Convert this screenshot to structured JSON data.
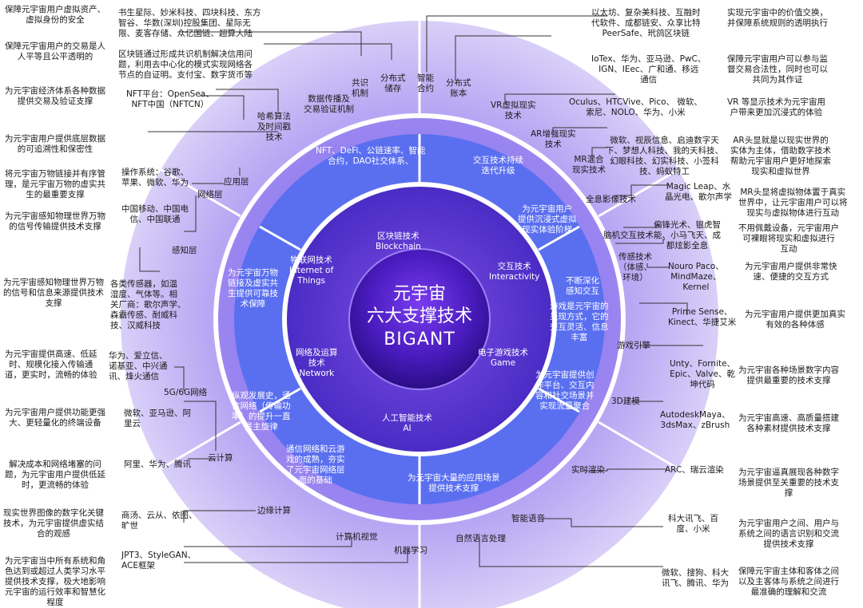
{
  "center": {
    "line1": "元宇宙",
    "line2": "六大支撑技术",
    "line3": "BIGANT"
  },
  "inner_ring": {
    "blockchain": [
      "区块链技术",
      "Blockchain"
    ],
    "iot": [
      "物联网技术",
      "Internet of",
      "Things"
    ],
    "interactivity": [
      "交互技术",
      "Interactivity"
    ],
    "network": [
      "网络及运算",
      "技术",
      "Network"
    ],
    "game": [
      "电子游戏技术",
      "Game"
    ],
    "ai": [
      "人工智能技术",
      "AI"
    ]
  },
  "middle_ring": {
    "blockchain_desc": [
      "NFT、DeFi、公链速率、智能",
      "合约，DAO社交体系、"
    ],
    "cross_tech": [
      "交互技术持续",
      "迭代升级"
    ],
    "immersive": [
      "为元宇宙用户",
      "提供沉浸式虚拟",
      "现实体验阶梯"
    ],
    "deepen_interaction": [
      "不断深化",
      "感知交互"
    ],
    "game_desc": [
      "游戏是元宇宙的",
      "呈现方式，它的",
      "交互灵活、信息",
      "丰富"
    ],
    "game_creation": [
      "为元宇宙提供创",
      "作平台、交互内",
      "容和社交场景并",
      "实现流量聚合"
    ],
    "ai_desc": [
      "为元宇宙大量的应用场景",
      "提供技术支撑"
    ],
    "network_cloud": [
      "通信网络和云游",
      "戏的成熟，夯实",
      "了元宇宙网络层",
      "面的基础"
    ],
    "network_history": [
      "纵观发展史，通",
      "信网络（传输功",
      "率）的提升一直",
      "是主旋律"
    ],
    "iot_desc": [
      "为元宇宙万物",
      "链接及虚实共",
      "生提供可靠技",
      "术保障"
    ]
  },
  "outer_ring": {
    "consensus": [
      "共识",
      "机制"
    ],
    "distributed_storage": [
      "分布式",
      "储存"
    ],
    "smart_contract": [
      "智能",
      "合约"
    ],
    "distributed_ledger": [
      "分布式",
      "账本"
    ],
    "data_transmission": [
      "数据传播及",
      "交易验证机制"
    ],
    "hash": [
      "哈希算法",
      "及时间戳",
      "技术"
    ],
    "vr": [
      "VR虚拟现实",
      "技术"
    ],
    "ar": [
      "AR增强现实",
      "技术"
    ],
    "mr": [
      "MR混合",
      "现实技术"
    ],
    "holographic": "全息影像技术",
    "bci": "脑机交互技术",
    "sensor": [
      "传感技术",
      "（体感、",
      "环境）"
    ],
    "game_engine": "游戏引擎",
    "modeling_3d": "3D建模",
    "realtime_render": "实时渲染",
    "speech": "智能语音",
    "nlp": "自然语言处理",
    "ml": "机器学习",
    "cv": "计算机视觉",
    "edge": "边缘计算",
    "cloud": "云计算",
    "net5g": "5G/6G网络",
    "perception": "感知层",
    "network_layer": "网络层",
    "app_layer": "应用层"
  },
  "annotations": {
    "left": {
      "a1": [
        "保障元宇宙用户虚拟资产、",
        "虚拟身份的安全"
      ],
      "a2": [
        "保障元宇宙用户的交易是人",
        "人平等且公平透明的"
      ],
      "a3": [
        "为元宇宙经济体系各种数据",
        "提供交易及验证支撑"
      ],
      "a4": [
        "为元宇宙用户提供底层数据",
        "的可追溯性和保密性"
      ],
      "a5": [
        "将元宇宙万物链接并有序管",
        "理，是元宇宙万物的虚实共",
        "生的最重要支撑"
      ],
      "a6": [
        "为元宇宙感知物理世界万物",
        "的信号传输提供技术支撑"
      ],
      "a7": [
        "为元宇宙感知物理世界万物",
        "的信号和信息来源提供技术",
        "支撑"
      ],
      "a8": [
        "为元宇宙提供高速、低延",
        "时、规模化接入传输通",
        "道，更实时，流畅的体验"
      ],
      "a9": [
        "为元宇宙用户提供功能更强",
        "大、更轻量化的终端设备"
      ],
      "a10": [
        "解决成本和网络堵塞的问",
        "题，为元宇宙用户提供低延",
        "时，更流畅的体验"
      ],
      "a11": [
        "现实世界图像的数字化关键",
        "技术，为元宇宙提供虚实结",
        "合的观感"
      ],
      "a12": [
        "为元宇宙当中所有系统和角",
        "色达到或超过人类学习水平",
        "提供技术支撑，极大地影响",
        "元宇宙的运行效率和智慧化",
        "程度"
      ]
    },
    "left_companies": {
      "c1": [
        "书生星际、妙米科技、四块科技、东方",
        "智谷、华数(深圳)控股集团、星际无",
        "限、麦客存储、众亿国链、超算大陆"
      ],
      "c2": [
        "区块链通过形成共识机制解决信用问",
        "题，利用去中心化的模式实现网络各",
        "节点的自证明。支付宝、数字货币等"
      ],
      "c3": [
        "NFT平台：OpenSea、",
        "NFT中国（NFTCN）"
      ],
      "c4": [
        "操作系统：谷歌、",
        "苹果、微软、华为"
      ],
      "c5": [
        "中国移动、中国电",
        "信、中国联通"
      ],
      "c6": [
        "各类传感器，如温",
        "湿度、气体等。相",
        "关厂商：歌尔声学、",
        "森霸传感、耐威科",
        "技、汉威科技"
      ],
      "c7": [
        "华为、爱立信、",
        "诺基亚、中兴通",
        "讯、烽火通信"
      ],
      "c8": [
        "微软、亚马逊、阿",
        "里云"
      ],
      "c9": "阿里、华为、腾讯",
      "c10": [
        "商汤、云从、依图、",
        "旷世"
      ],
      "c11": [
        "JPT3、StyleGAN、",
        "ACE框架"
      ]
    },
    "right_companies": {
      "d1": [
        "以太坊、复杂美科技、互融时",
        "代软件、成都链安、众享比特",
        "PeerSafe、玳鸽区块链"
      ],
      "d2": [
        "IoTex、华为、亚马逊、PwC、",
        "IGN、IEec、广和通、移远",
        "通信"
      ],
      "d3": [
        "Oculus、HTCVive、Pico、 微软、",
        "索尼、NOLO、华为、小米"
      ],
      "d4": [
        "微软、视辰信息、启迪数字天",
        "下、梦想人科技、我的天科技、",
        "幻眼科技、幻实科技、小签科",
        "技、蚂蚁特工"
      ],
      "d5": [
        "Magic Leap、水",
        "晶光电、歌尔声学"
      ],
      "d6": [
        "偏锋光术、银虎智",
        "能、小马飞天、成",
        "都炫影全息"
      ],
      "d7": [
        "Nouro Paco、",
        "MindMaze、",
        "Kernel"
      ],
      "d8": [
        "Prime Sense、",
        "Kinect、华捷艾米"
      ],
      "d9": [
        "Unty、Fornite、",
        "Epic、Valve、乾",
        "坤代码"
      ],
      "d10": [
        "AutodeskMaya、",
        "3dsMax、zBrush"
      ],
      "d11": "ARC、瑞云渲染",
      "d12": [
        "科大讯飞、百",
        "度、小米"
      ],
      "d13": [
        "微软、搜狗、科大",
        "讯飞、腾讯、华为"
      ]
    },
    "right": {
      "e1": [
        "实现元宇宙中的价值交换，",
        "并保障系统规则的透明执行"
      ],
      "e2": [
        "保障元宇宙用户可以参与监",
        "督交易合法性，同时也可以",
        "共同为其作证"
      ],
      "e3": [
        "VR 等显示技术为元宇宙用",
        "户带来更加沉浸式的体验"
      ],
      "e4": [
        "AR头显就是以现实世界的",
        "实体为主体，借助数字技术",
        "帮助元宇宙用户更好地探索",
        "现实和虚拟世界"
      ],
      "e5": [
        "MR头显将虚拟物体置于真实",
        "世界中，让元宇宙用户可以将",
        "现实与虚拟物体进行互动"
      ],
      "e6": [
        "不用佩戴设备，元宇宙用户",
        "可裸眼将现实和虚拟进行",
        "互动"
      ],
      "e7": [
        "为元宇宙用户提供非常快",
        "速、便捷的交互方式"
      ],
      "e8": [
        "为元宇宙用户提供更加真实",
        "有效的各种体感"
      ],
      "e9": [
        "为元宇宙各种场景数字内容",
        "提供最重要的技术支撑"
      ],
      "e10": [
        "为元宇宙高速、高质量搭建",
        "各种素材提供技术支撑"
      ],
      "e11": [
        "为元宇宙逼真展现各种数字",
        "场景提供至关重要的技术支",
        "撑"
      ],
      "e12": [
        "为元宇宙用户之间、用户与",
        "系统之间的语言识别和交流",
        "提供技术支撑"
      ],
      "e13": [
        "保障元宇宙主体和客体之间",
        "以及主客体与系统之间进行",
        "最准确的理解和交流"
      ]
    }
  },
  "colors": {
    "outer_ring": "#cdbff3",
    "middle_ring": "#8a72ec",
    "inner_blue": "#4b69f0",
    "inner_purple": "#6a3fd9",
    "core": "#3a1aa0"
  }
}
